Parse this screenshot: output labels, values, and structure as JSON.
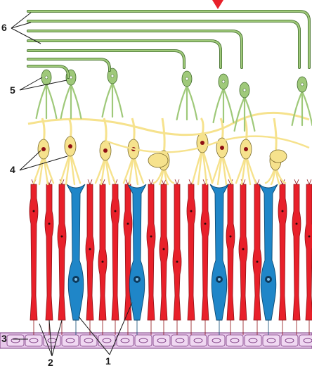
{
  "labels": {
    "one": "1",
    "two": "2",
    "three": "3",
    "four": "4",
    "five": "5",
    "six": "6"
  },
  "colors": {
    "background": "#ffffff",
    "rod_fill": "#e8202a",
    "rod_stroke": "#8e1116",
    "cone_fill": "#1f86c8",
    "cone_stroke": "#0d4a73",
    "bipolar_fill": "#f6e28d",
    "bipolar_stroke": "#7a6a2a",
    "ganglion_fill": "#9fc97a",
    "ganglion_stroke": "#3f6a2a",
    "epithelium_fill": "#e7c8ea",
    "epithelium_stroke": "#7a3a80",
    "nucleus": "#8e0e14",
    "arrow": "#e8202a",
    "leader": "#1a1a1a"
  },
  "icons": {
    "light_direction": "down-arrow-icon"
  }
}
